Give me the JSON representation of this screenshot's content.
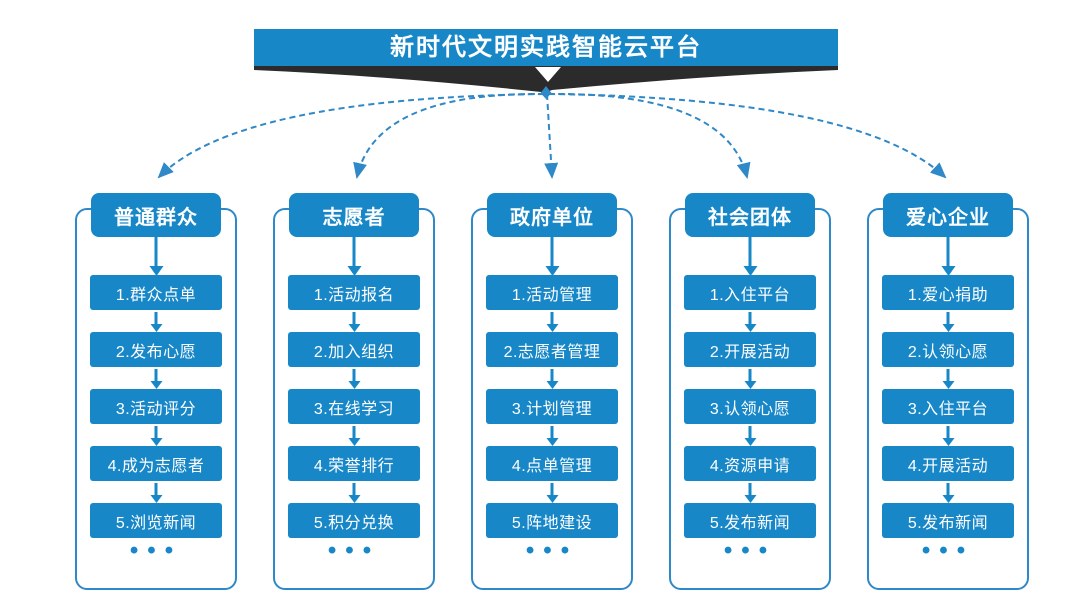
{
  "page": {
    "background": "#ffffff"
  },
  "banner": {
    "title": "新时代文明实践智能云平台"
  },
  "colors": {
    "primary_blue": "#1787c8",
    "connector_blue": "#2f88c7",
    "banner_wedge_black": "#2b2b2b",
    "text_white": "#ffffff"
  },
  "icons": {
    "banner_arrow": "white triangle pointing down",
    "fan_connectors": "dashed curved arrows from hub to five columns",
    "step_connectors": "solid vertical arrows between steps"
  },
  "columns": [
    {
      "title": "普通群众",
      "steps": [
        "1.群众点单",
        "2.发布心愿",
        "3.活动评分",
        "4.成为志愿者",
        "5.浏览新闻"
      ],
      "more": "•••"
    },
    {
      "title": "志愿者",
      "steps": [
        "1.活动报名",
        "2.加入组织",
        "3.在线学习",
        "4.荣誉排行",
        "5.积分兑换"
      ],
      "more": "•••"
    },
    {
      "title": "政府单位",
      "steps": [
        "1.活动管理",
        "2.志愿者管理",
        "3.计划管理",
        "4.点单管理",
        "5.阵地建设"
      ],
      "more": "•••"
    },
    {
      "title": "社会团体",
      "steps": [
        "1.入住平台",
        "2.开展活动",
        "3.认领心愿",
        "4.资源申请",
        "5.发布新闻"
      ],
      "more": "•••"
    },
    {
      "title": "爱心企业",
      "steps": [
        "1.爱心捐助",
        "2.认领心愿",
        "3.入住平台",
        "4.开展活动",
        "5.发布新闻"
      ],
      "more": "•••"
    }
  ]
}
